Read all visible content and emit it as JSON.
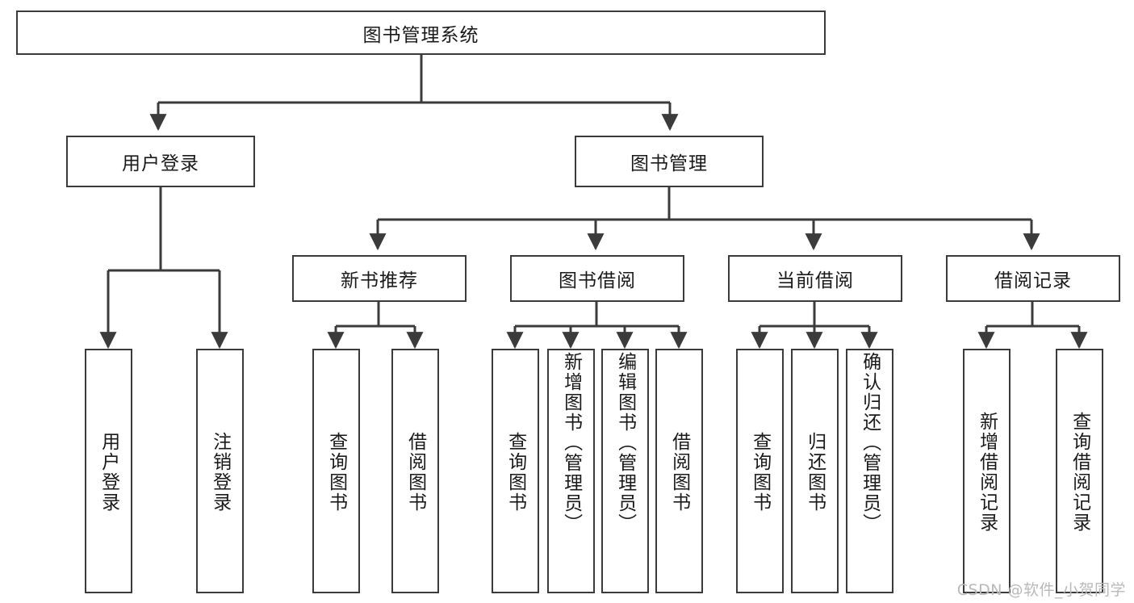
{
  "diagram": {
    "type": "tree",
    "title": "图书管理系统",
    "watermark": "CSDN @软件_小贺同学",
    "colors": {
      "stroke": "#3b3b3b",
      "fill": "#ffffff",
      "text": "#1a1a1a",
      "watermark": "#b9b9b9"
    },
    "root": {
      "label": "图书管理系统"
    },
    "level2": [
      {
        "id": "user-login",
        "label": "用户登录"
      },
      {
        "id": "book-manage",
        "label": "图书管理"
      }
    ],
    "level3": [
      {
        "id": "new-book-recommend",
        "label": "新书推荐"
      },
      {
        "id": "book-borrow",
        "label": "图书借阅"
      },
      {
        "id": "current-borrow",
        "label": "当前借阅"
      },
      {
        "id": "borrow-record",
        "label": "借阅记录"
      }
    ],
    "leaves": {
      "user_login": [
        {
          "id": "leaf-user-login",
          "label": "用户登录"
        },
        {
          "id": "leaf-logout",
          "label": "注销登录"
        }
      ],
      "new_book_recommend": [
        {
          "id": "leaf-query-book-1",
          "label": "查询图书"
        },
        {
          "id": "leaf-borrow-book-1",
          "label": "借阅图书"
        }
      ],
      "book_borrow": [
        {
          "id": "leaf-query-book-2",
          "label": "查询图书"
        },
        {
          "id": "leaf-add-book",
          "label": "新增图书（管理员）"
        },
        {
          "id": "leaf-edit-book",
          "label": "编辑图书（管理员）"
        },
        {
          "id": "leaf-borrow-book-2",
          "label": "借阅图书"
        }
      ],
      "current_borrow": [
        {
          "id": "leaf-query-book-3",
          "label": "查询图书"
        },
        {
          "id": "leaf-return-book",
          "label": "归还图书"
        },
        {
          "id": "leaf-confirm-return",
          "label": "确认归还（管理员）"
        }
      ],
      "borrow_record": [
        {
          "id": "leaf-add-record",
          "label": "新增借阅记录"
        },
        {
          "id": "leaf-query-record",
          "label": "查询借阅记录"
        }
      ]
    }
  }
}
